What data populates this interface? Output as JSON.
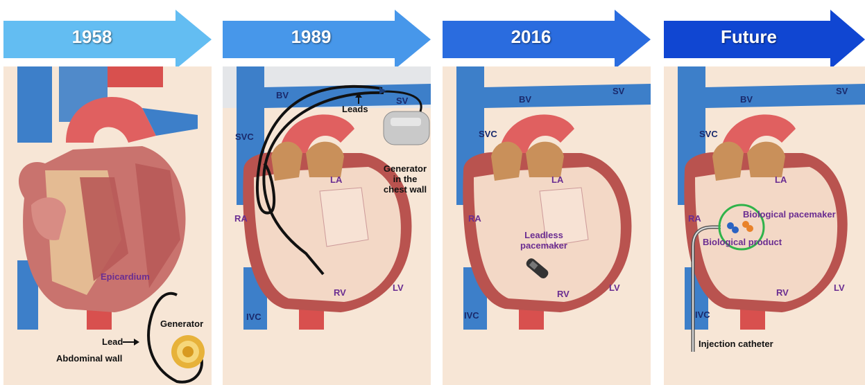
{
  "timeline": [
    {
      "year": "1958",
      "color": "#63bdf2"
    },
    {
      "year": "1989",
      "color": "#4797ea"
    },
    {
      "year": "2016",
      "color": "#2a6cdf"
    },
    {
      "year": "Future",
      "color": "#1046d2"
    }
  ],
  "p1": {
    "epicardium": "Epicardium",
    "generator": "Generator",
    "lead": "Lead",
    "abdominal_wall": "Abdominal wall"
  },
  "p2": {
    "bv": "BV",
    "sv": "SV",
    "leads": "Leads",
    "svc": "SVC",
    "gen_line1": "Generator",
    "gen_line2": "in the",
    "gen_line3": "chest wall",
    "ra": "RA",
    "la": "LA",
    "rv": "RV",
    "lv": "LV",
    "ivc": "IVC"
  },
  "p3": {
    "bv": "BV",
    "sv": "SV",
    "svc": "SVC",
    "ra": "RA",
    "la": "LA",
    "leadless_line1": "Leadless",
    "leadless_line2": "pacemaker",
    "rv": "RV",
    "lv": "LV",
    "ivc": "IVC"
  },
  "p4": {
    "bv": "BV",
    "sv": "SV",
    "svc": "SVC",
    "ra": "RA",
    "la": "LA",
    "bio_pacemaker": "Biological pacemaker",
    "bio_product": "Biological product",
    "rv": "RV",
    "lv": "LV",
    "ivc": "IVC",
    "injection_catheter": "Injection catheter"
  }
}
